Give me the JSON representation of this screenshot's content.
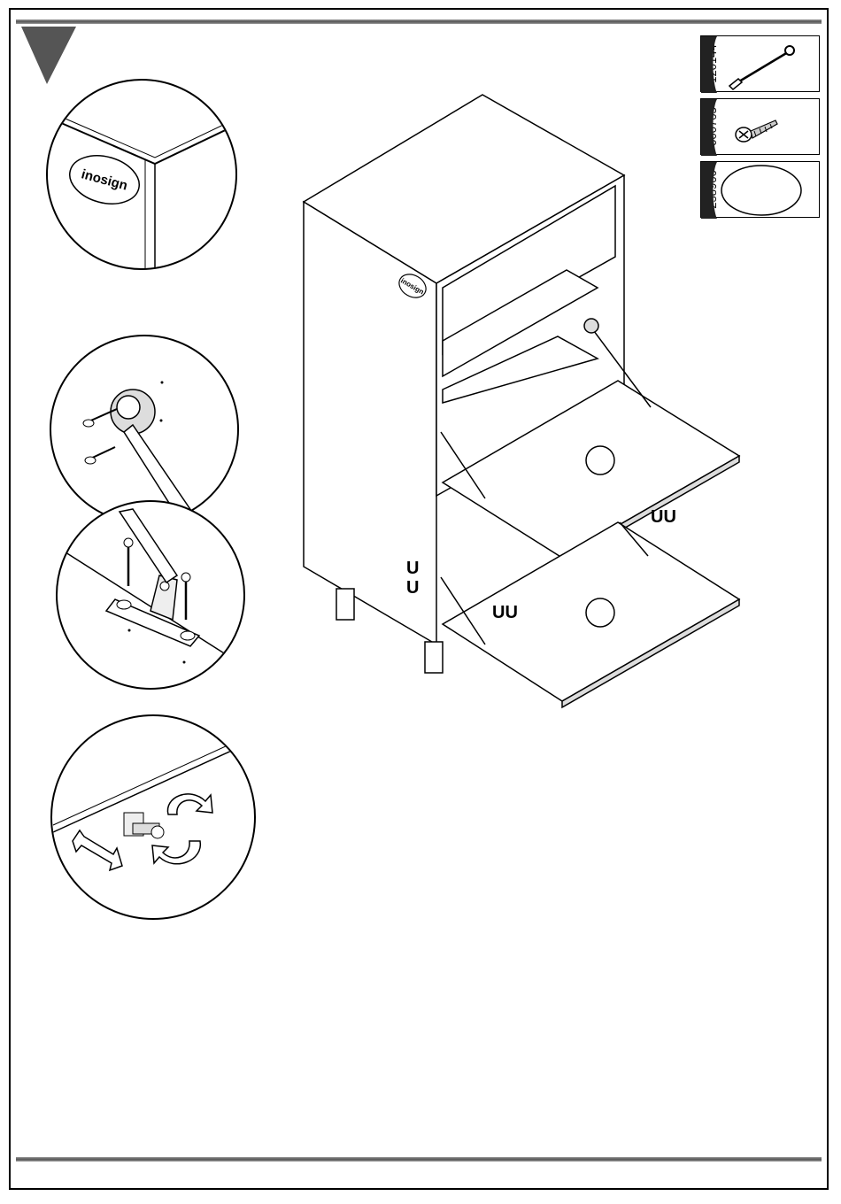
{
  "parts": [
    {
      "code": "120144",
      "icon": "hinge-stay-icon"
    },
    {
      "code": "000763",
      "icon": "screw-icon"
    },
    {
      "code": "238966",
      "icon": "adhesive-pad-icon"
    }
  ],
  "brand": {
    "logo_text": "inosign"
  },
  "markers": {
    "side_u": "U",
    "flap_uu": "UU"
  }
}
